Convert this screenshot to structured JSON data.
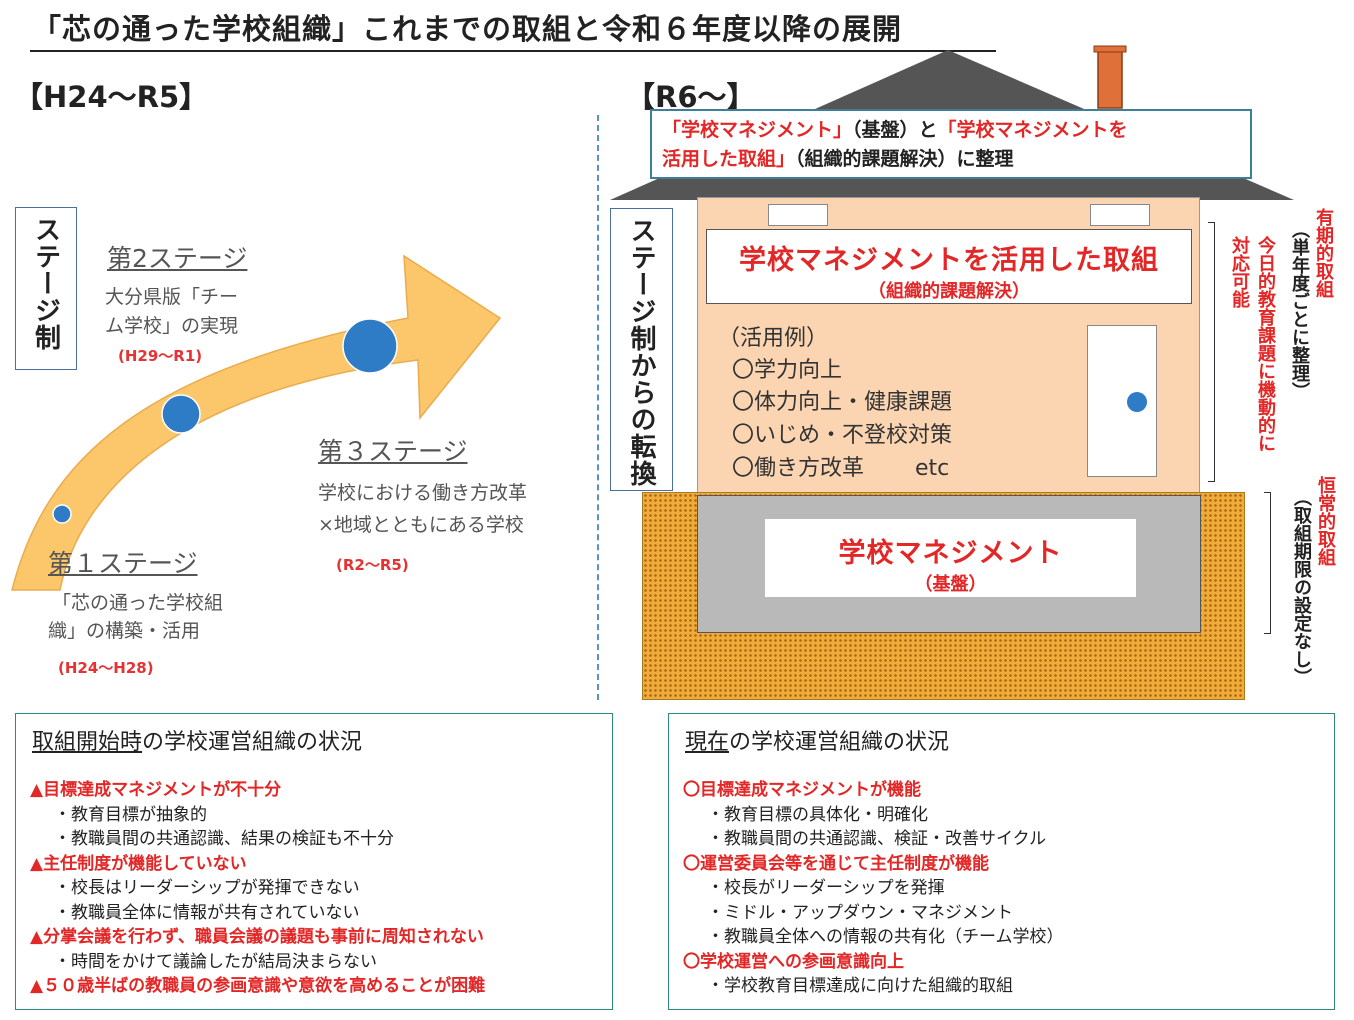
{
  "title": "「芯の通った学校組織」これまでの取組と令和６年度以降の展開",
  "era_left": "【H24～R5】",
  "era_right": "【R6～】",
  "stage_box": "ステージ制",
  "stages": [
    {
      "title": "第１ステージ",
      "lines": [
        "「芯の通った学校組",
        "織」の構築・活用"
      ],
      "years": "(H24～H28)"
    },
    {
      "title": "第2ステージ",
      "lines": [
        "大分県版「チー",
        "ム学校」の実現"
      ],
      "years": "(H29～R1)"
    },
    {
      "title": "第３ステージ",
      "lines": [
        "学校における働き方改革",
        "×地域とともにある学校"
      ],
      "years": "(R2～R5)"
    }
  ],
  "shift_box": "ステージ制からの転換",
  "notice": {
    "part1": "「学校マネジメント」",
    "part2": "（基盤）と",
    "part3": "「学校マネジメントを",
    "part4": "活用した取組」",
    "part5": "（組織的課題解決）に整理"
  },
  "use": {
    "title": "学校マネジメントを活用した取組",
    "sub": "（組織的課題解決）"
  },
  "examples": {
    "head": "（活用例）",
    "items": [
      "〇学力向上",
      "〇体力向上・健康課題",
      "〇いじめ・不登校対策",
      "〇働き方改革　　 etc"
    ]
  },
  "base": {
    "title": "学校マネジメント",
    "sub": "（基盤）"
  },
  "side": {
    "upper_red_1": "有期的取組",
    "upper_black": "（単年度ごとに整理）",
    "upper_red_2a": "今日的教育課題に機動的に",
    "upper_red_2b": "対応可能",
    "lower_red": "恒常的取組",
    "lower_black": "（取組期限の設定なし）"
  },
  "left_panel": {
    "title_u": "取組開始時",
    "title_rest": "の学校運営組織の状況",
    "items": [
      {
        "t": "r",
        "text": "▲目標達成マネジメントが不十分"
      },
      {
        "t": "b",
        "text": "・教育目標が抽象的"
      },
      {
        "t": "b",
        "text": "・教職員間の共通認識、結果の検証も不十分"
      },
      {
        "t": "r",
        "text": "▲主任制度が機能していない"
      },
      {
        "t": "b",
        "text": "・校長はリーダーシップが発揮できない"
      },
      {
        "t": "b",
        "text": "・教職員全体に情報が共有されていない"
      },
      {
        "t": "r",
        "text": "▲分掌会議を行わず、職員会議の議題も事前に周知されない"
      },
      {
        "t": "b",
        "text": "・時間をかけて議論したが結局決まらない"
      },
      {
        "t": "r",
        "text": "▲５０歳半ばの教職員の参画意識や意欲を高めることが困難"
      }
    ]
  },
  "right_panel": {
    "title_u": "現在",
    "title_rest": "の学校運営組織の状況",
    "items": [
      {
        "t": "r",
        "text": "〇目標達成マネジメントが機能"
      },
      {
        "t": "b",
        "text": "・教育目標の具体化・明確化"
      },
      {
        "t": "b",
        "text": "・教職員間の共通認識、検証・改善サイクル"
      },
      {
        "t": "r",
        "text": "〇運営委員会等を通じて主任制度が機能"
      },
      {
        "t": "b",
        "text": "・校長がリーダーシップを発揮"
      },
      {
        "t": "b",
        "text": "・ミドル・アップダウン・マネジメント"
      },
      {
        "t": "b",
        "text": "・教職員全体への情報の共有化（チーム学校）"
      },
      {
        "t": "r",
        "text": "〇学校運営への参画意識向上"
      },
      {
        "t": "b",
        "text": "・学校教育目標達成に向けた組織的取組"
      }
    ]
  },
  "colors": {
    "red": "#e32626",
    "arrow": "#fbc25a",
    "dot": "#2e7bc6",
    "panel_border": "#2d8a7a",
    "roof": "#555555",
    "foundation": "#f0ac3a"
  }
}
